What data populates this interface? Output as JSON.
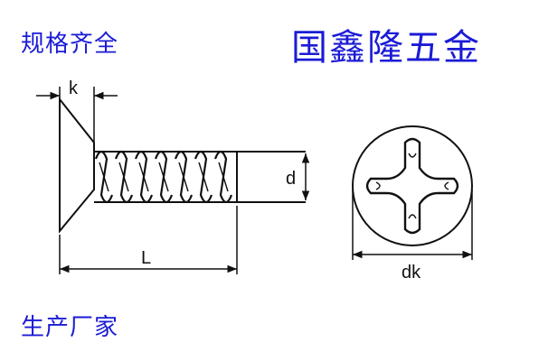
{
  "header": {
    "left_title": "规格齐全",
    "brand_title": "国鑫隆五金"
  },
  "footer": {
    "left_text": "生产厂家"
  },
  "diagram": {
    "labels": {
      "head_height": "k",
      "diameter": "d",
      "length": "L",
      "head_diameter": "dk"
    },
    "colors": {
      "text_accent": "#1b1bd6",
      "line": "#111111"
    }
  }
}
